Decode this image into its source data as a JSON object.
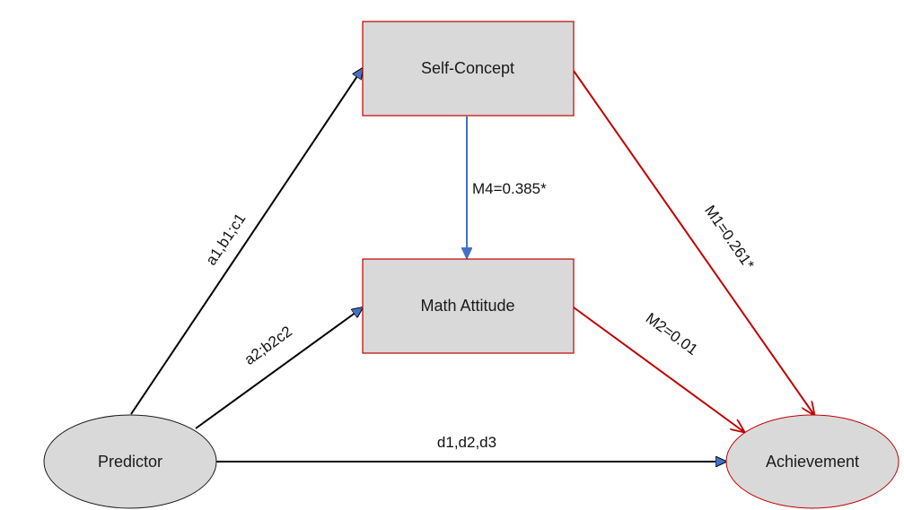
{
  "diagram": {
    "nodes": {
      "self_concept": {
        "label": "Self-Concept",
        "shape": "rectangle",
        "fill": "#d9d9d9",
        "stroke": "#c00000"
      },
      "math_attitude": {
        "label": "Math Attitude",
        "shape": "rectangle",
        "fill": "#d9d9d9",
        "stroke": "#c00000"
      },
      "predictor": {
        "label": "Predictor",
        "shape": "ellipse",
        "fill": "#d9d9d9",
        "stroke": "#1a1a1a"
      },
      "achievement": {
        "label": "Achievement",
        "shape": "ellipse",
        "fill": "#d9d9d9",
        "stroke": "#c00000"
      }
    },
    "edges": {
      "predictor_to_self_concept": {
        "label": "a1,b1;c1",
        "from": "Predictor",
        "to": "Self-Concept",
        "color": "#000000"
      },
      "predictor_to_math_attitude": {
        "label": "a2;b2c2",
        "from": "Predictor",
        "to": "Math Attitude",
        "color": "#000000"
      },
      "predictor_to_achievement": {
        "label": "d1,d2,d3",
        "from": "Predictor",
        "to": "Achievement",
        "color": "#000000"
      },
      "self_concept_to_math_attitude": {
        "label": "M4=0.385*",
        "from": "Self-Concept",
        "to": "Math Attitude",
        "color": "#4472c4"
      },
      "self_concept_to_achievement": {
        "label": "M1=0.261*",
        "from": "Self-Concept",
        "to": "Achievement",
        "color": "#c00000"
      },
      "math_attitude_to_achievement": {
        "label": "M2=0.01",
        "from": "Math Attitude",
        "to": "Achievement",
        "color": "#c00000"
      }
    },
    "colors": {
      "node_fill": "#d9d9d9",
      "red_border": "#c00000",
      "blue_edge": "#4472c4",
      "arrowhead_fill": "#4472c4"
    }
  }
}
